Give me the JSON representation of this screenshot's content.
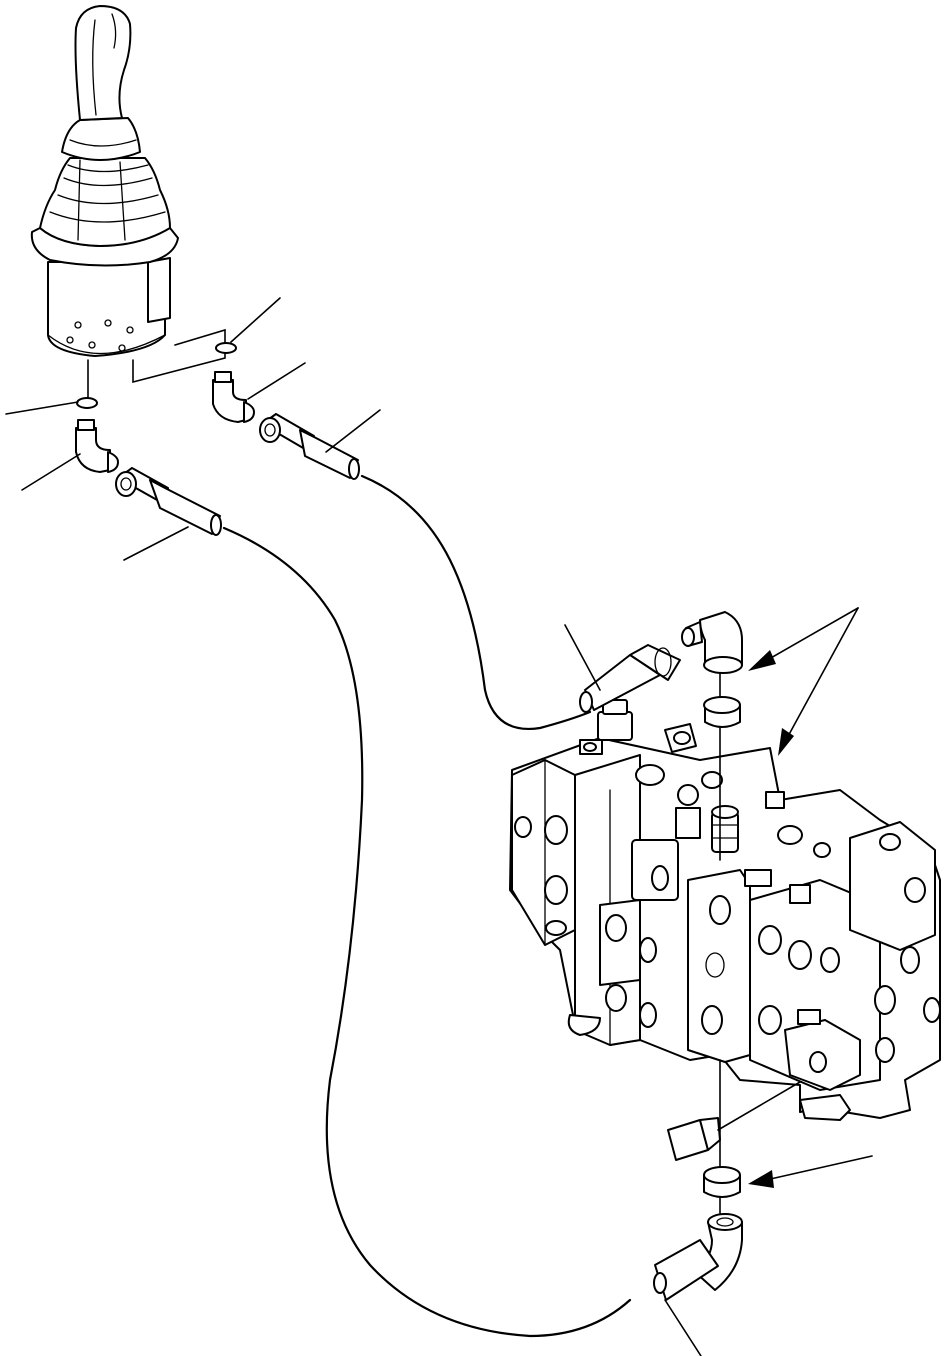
{
  "figure": {
    "kind": "exploded parts illustration",
    "colors": {
      "ink": "#000000",
      "paper": "#ffffff"
    },
    "components": [
      "pilot-control-lever",
      "o-ring-left",
      "o-ring-right",
      "elbow-fitting-left",
      "elbow-fitting-right",
      "hose-left",
      "hose-right",
      "control-valve-assembly",
      "valve-elbow-top",
      "valve-nut-top",
      "valve-nut-bottom",
      "valve-elbow-bottom",
      "sensor-connector"
    ],
    "callout_count": 6,
    "arrow_count": 3
  }
}
